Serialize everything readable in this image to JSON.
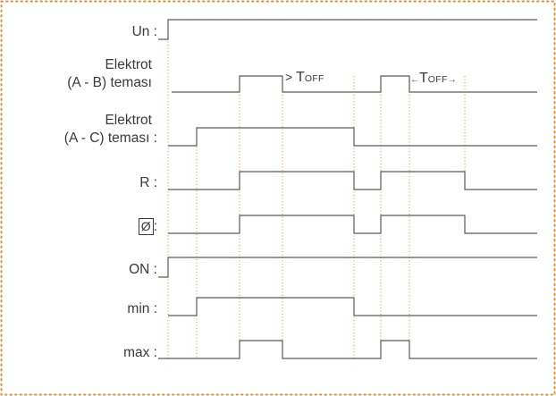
{
  "colors": {
    "border": "#e8902a",
    "wave": "#5a5a5a",
    "guide": "#e8902a",
    "text": "#3a3a3a"
  },
  "labels": {
    "un": "Un :",
    "ab_line1": "Elektrot",
    "ab_line2": "(A - B) teması",
    "ac_line1": "Elektrot",
    "ac_line2": "(A - C) teması :",
    "r": "R :",
    "relay_symbol": "Ø",
    "relay_colon": ":",
    "on": "ON :",
    "min": "min :",
    "max": "max :"
  },
  "annotations": {
    "toff1_prefix": "> ",
    "toff2_arrow_left": "←",
    "toff2_arrow_right": "→",
    "toff_t": "T",
    "toff_sub": "OFF"
  },
  "signals": [
    {
      "name": "Un",
      "levels": [
        0,
        1,
        1,
        1,
        1,
        1,
        1,
        1,
        1,
        1
      ]
    },
    {
      "name": "A-B",
      "levels": [
        0,
        0,
        1,
        0,
        0,
        1,
        0,
        0,
        0
      ]
    },
    {
      "name": "A-C",
      "levels": [
        0,
        1,
        1,
        1,
        0,
        0,
        0,
        0
      ]
    },
    {
      "name": "R",
      "levels": [
        0,
        1,
        0,
        1,
        0
      ]
    },
    {
      "name": "relay",
      "levels": [
        0,
        1,
        0,
        1,
        0
      ]
    },
    {
      "name": "ON",
      "levels": [
        0,
        1
      ]
    },
    {
      "name": "min",
      "levels": [
        0,
        1,
        0
      ]
    },
    {
      "name": "max",
      "levels": [
        0,
        1,
        0,
        1,
        0
      ]
    }
  ]
}
